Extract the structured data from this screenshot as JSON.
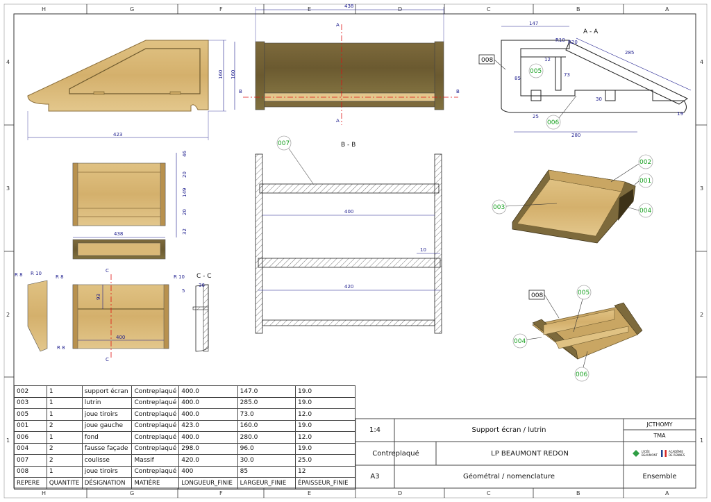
{
  "zones_top": [
    "H",
    "G",
    "F",
    "E",
    "D",
    "C",
    "B",
    "A"
  ],
  "zones_bottom": [
    "H",
    "G",
    "F",
    "E",
    "D",
    "C",
    "B",
    "A"
  ],
  "zones_side": [
    "4",
    "3",
    "2",
    "1"
  ],
  "dims": {
    "front_width": "438",
    "side_length": "423",
    "side_height_left": "160",
    "side_height_right": "160",
    "section_aa": "A - A",
    "section_bb": "B - B",
    "section_cc": "C - C",
    "aa_147": "147",
    "aa_285": "285",
    "aa_12": "12",
    "aa_73": "73",
    "aa_85": "85",
    "aa_25": "25",
    "aa_30": "30",
    "aa_280": "280",
    "aa_19": "19",
    "aa_r10": "R10",
    "aa_r20": "R20",
    "bb_400": "400",
    "bb_10": "10",
    "bb_420": "420",
    "drawer_46": "46",
    "drawer_20a": "20",
    "drawer_149": "149",
    "drawer_20b": "20",
    "drawer_32": "32",
    "drawer_438": "438",
    "drawer_93": "93",
    "drawer_400": "400",
    "r8a": "R 8",
    "r10": "R 10",
    "r8b": "R 8",
    "r8c": "R 8",
    "cc_r10": "R 10",
    "cc_5": "5",
    "cc_36": "36",
    "sec_a": "A",
    "sec_b": "B",
    "sec_c": "C"
  },
  "callouts": {
    "c007": "007",
    "c002": "002",
    "c001": "001",
    "c003": "003",
    "c004a": "004",
    "c005a": "005",
    "c006a": "006",
    "c008a": "008",
    "c005b": "005",
    "c004b": "004",
    "c006b": "006",
    "c008b": "008"
  },
  "bom": {
    "rows": [
      [
        "002",
        "1",
        "support écran",
        "Contreplaqué",
        "400.0",
        "147.0",
        "19.0"
      ],
      [
        "003",
        "1",
        "lutrin",
        "Contreplaqué",
        "400.0",
        "285.0",
        "19.0"
      ],
      [
        "005",
        "1",
        "joue tiroirs",
        "Contreplaqué",
        "400.0",
        "73.0",
        "12.0"
      ],
      [
        "001",
        "2",
        "joue gauche",
        "Contreplaqué",
        "423.0",
        "160.0",
        "19.0"
      ],
      [
        "006",
        "1",
        "fond",
        "Contreplaqué",
        "400.0",
        "280.0",
        "12.0"
      ],
      [
        "004",
        "2",
        "fausse façade",
        "Contreplaqué",
        "298.0",
        "96.0",
        "19.0"
      ],
      [
        "007",
        "2",
        "coulisse",
        "Massif",
        "420.0",
        "30.0",
        "25.0"
      ],
      [
        "008",
        "1",
        "joue tiroirs",
        "Contreplaqué",
        "400",
        "85",
        "12"
      ]
    ],
    "header": [
      "REPERE",
      "QUANTITE",
      "DÉSIGNATION",
      "MATIÈRE",
      "LONGUEUR_FINIE",
      "LARGEUR_FINIE",
      "ÉPAISSEUR_FINIE"
    ]
  },
  "titleblock": {
    "scale": "1:4",
    "title": "Support écran / lutrin",
    "author1": "JCTHOMY",
    "author2": "TMA",
    "material": "Contreplaqué",
    "school": "LP BEAUMONT REDON",
    "format": "A3",
    "subtitle": "Géométral / nomenclature",
    "view": "Ensemble",
    "logo_text_1": "LYCÉE BEAUMONT",
    "logo_text_2": "ACADÉMIE DE RENNES"
  },
  "colors": {
    "wood_light": "#d9b877",
    "wood_mid": "#b8914e",
    "wood_dark": "#6e5a2e",
    "dim_blue": "#1a1a8c",
    "callout_green": "#18a020",
    "axis_red": "#e01010"
  }
}
